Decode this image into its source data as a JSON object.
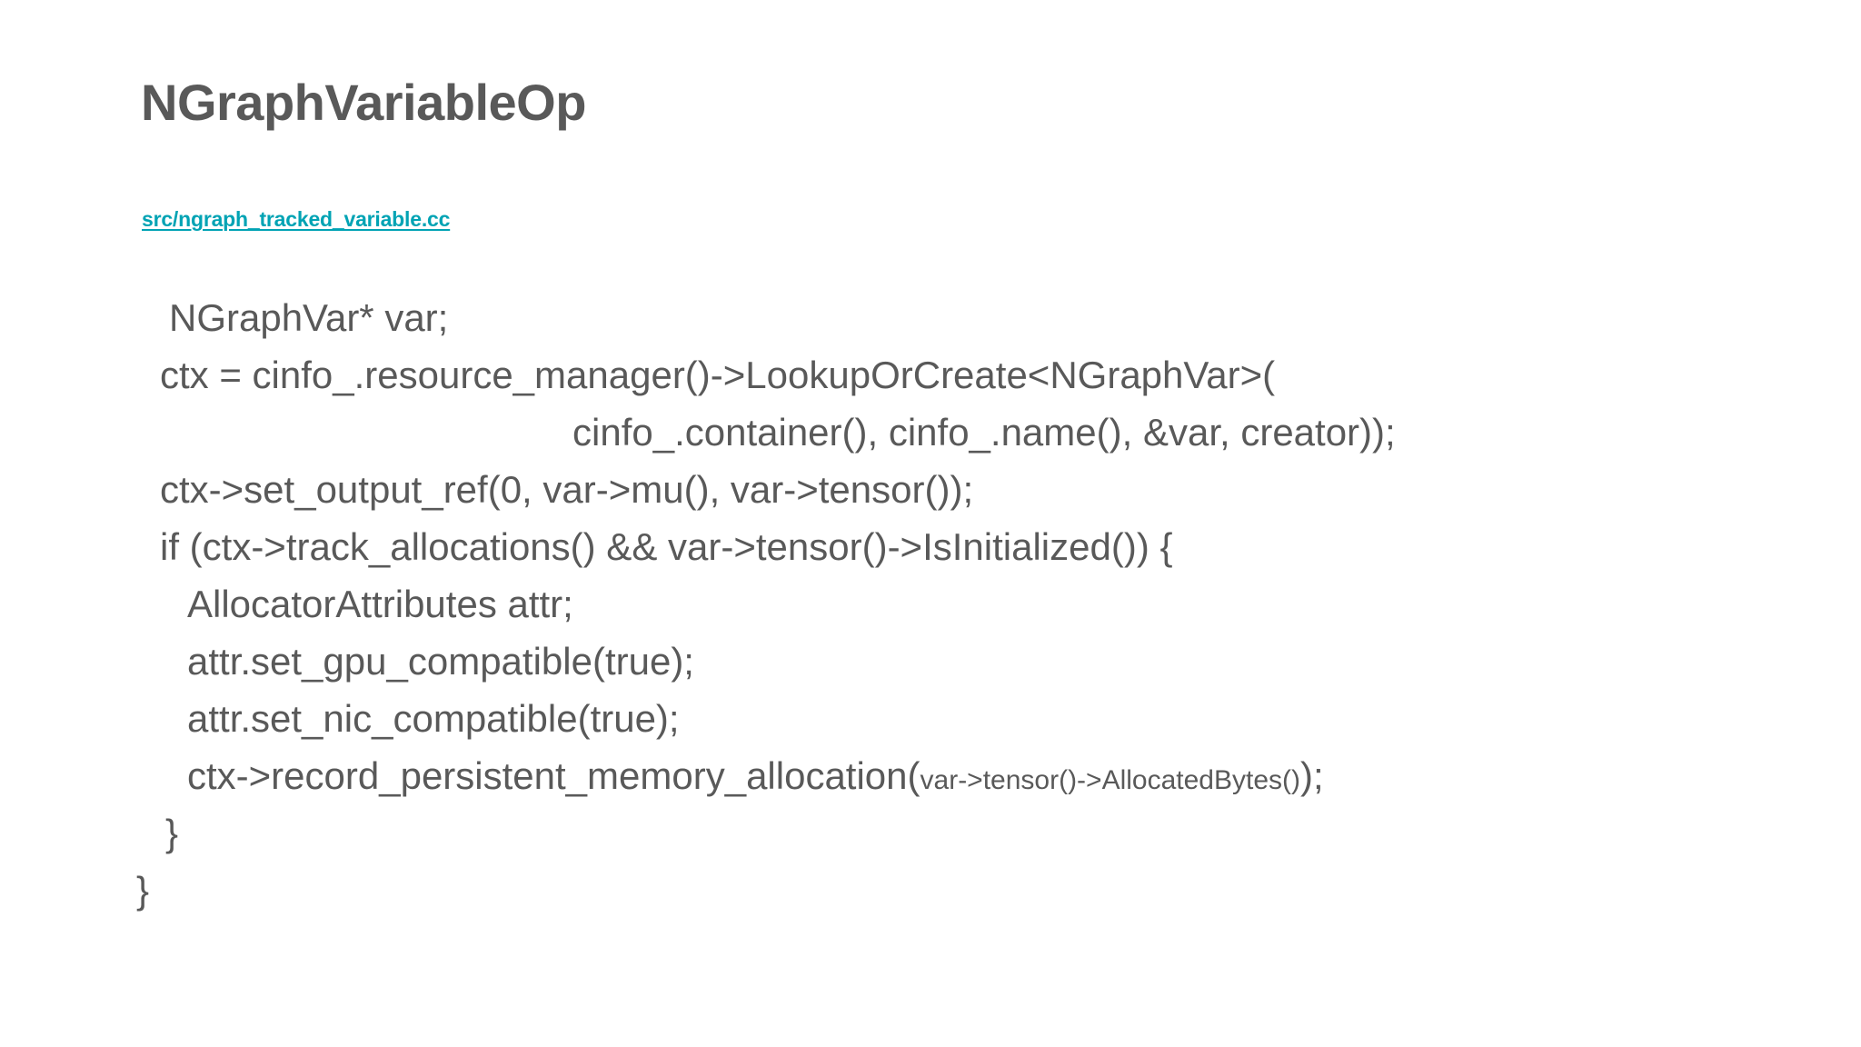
{
  "slide": {
    "title": "NGraphVariableOp",
    "source_link": "src/ngraph_tracked_variable.cc",
    "colors": {
      "background": "#ffffff",
      "title_gray": "#595959",
      "code_gray": "#595959",
      "link_teal": "#00A3B4"
    }
  },
  "code": {
    "lines": [
      {
        "indent": "ind-1b",
        "text": "NGraphVar* var;"
      },
      {
        "indent": "ind-1",
        "text": "ctx = cinfo_.resource_manager()->LookupOrCreate<NGraphVar>("
      },
      {
        "indent": "ind-cont",
        "text": "cinfo_.container(), cinfo_.name(), &var, creator));"
      },
      {
        "indent": "ind-1",
        "text": "ctx->set_output_ref(0, var->mu(), var->tensor());"
      },
      {
        "indent": "ind-1",
        "text": "if (ctx->track_allocations() && var->tensor()->IsInitialized()) {"
      },
      {
        "indent": "ind-3",
        "text": "AllocatorAttributes attr;"
      },
      {
        "indent": "ind-3",
        "text": "attr.set_gpu_compatible(true);"
      },
      {
        "indent": "ind-3",
        "text": "attr.set_nic_compatible(true);"
      },
      {
        "indent": "ind-3",
        "text": "ctx->record_persistent_memory_allocation(",
        "small_arg": "var->tensor()->AllocatedBytes()",
        "text_after": ");"
      },
      {
        "indent": "ind-2",
        "text": "}"
      },
      {
        "indent": "ind-0",
        "text": "}"
      }
    ]
  }
}
